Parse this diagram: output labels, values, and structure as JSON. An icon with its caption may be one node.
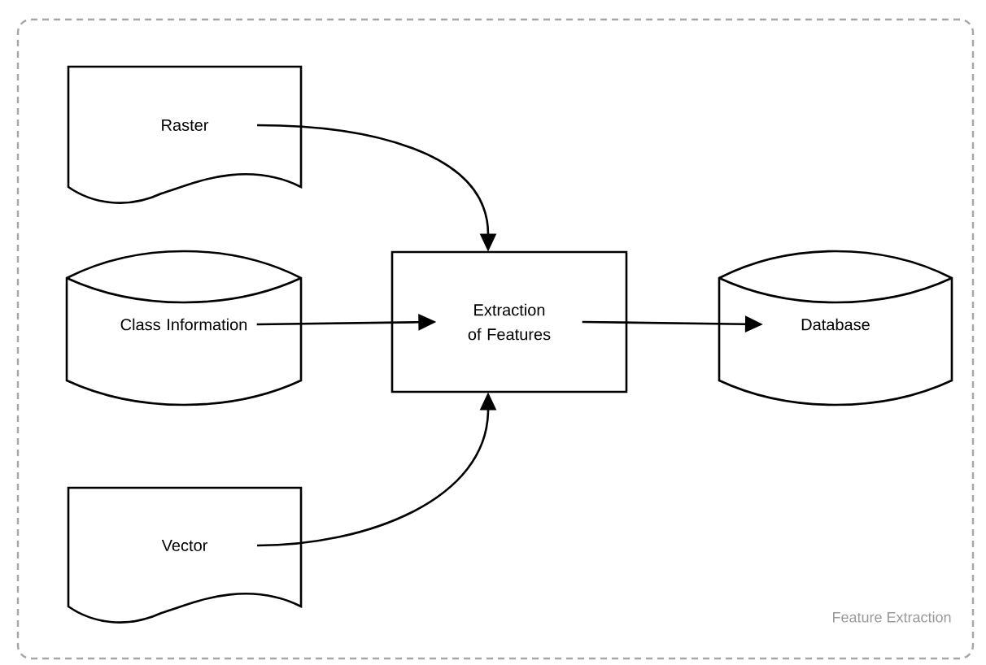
{
  "diagram": {
    "nodes": [
      {
        "text": [
          "Feature Extraction"
        ]
      },
      {
        "text": [
          "Raster"
        ],
        "in": 0
      },
      {
        "text": [
          "Class Information"
        ],
        "in": 0
      },
      {
        "text": [
          "Extraction of Features"
        ],
        "in": 0
      },
      {
        "text": [
          "Database"
        ],
        "in": 0
      },
      {
        "text": [
          "Vector"
        ],
        "in": 0
      }
    ],
    "edges": [
      {
        "from": 1,
        "to": 3,
        "arrow": "to"
      },
      {
        "from": 2,
        "to": 3,
        "arrow": "to"
      },
      {
        "from": 5,
        "to": 3,
        "arrow": "to"
      },
      {
        "from": 3,
        "to": 4,
        "arrow": "to"
      }
    ]
  }
}
